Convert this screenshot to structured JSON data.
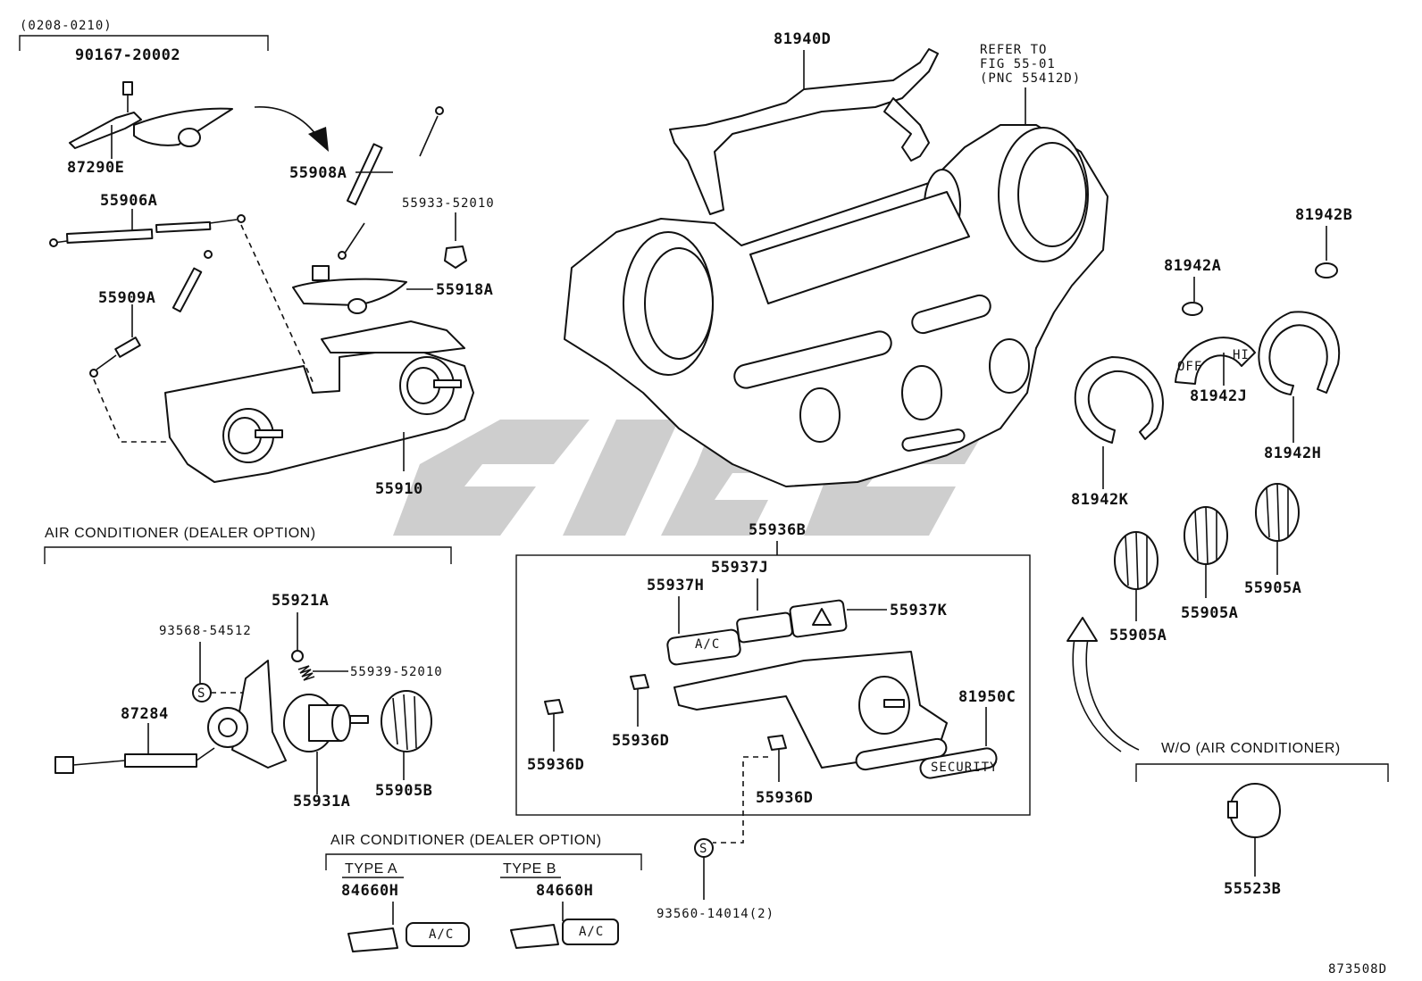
{
  "groups": {
    "top_left_range": "(0208-0210)",
    "ac_option_1": "AIR CONDITIONER (DEALER OPTION)",
    "ac_option_2": "AIR CONDITIONER (DEALER OPTION)",
    "type_a": "TYPE A",
    "type_b": "TYPE B",
    "wo_ac": "W/O (AIR CONDITIONER)"
  },
  "refer": {
    "line1": "REFER TO",
    "line2": "FIG 55-01",
    "line3": "(PNC 55412D)"
  },
  "parts": {
    "p90167": "90167-20002",
    "p87290E": "87290E",
    "p55906A": "55906A",
    "p55908A": "55908A",
    "p55933": "55933-52010",
    "p55909A": "55909A",
    "p55918A": "55918A",
    "p55910": "55910",
    "p81940D": "81940D",
    "p81942B": "81942B",
    "p81942A": "81942A",
    "p81942J": "81942J",
    "p81942H": "81942H",
    "p81942K": "81942K",
    "p55905A_1": "55905A",
    "p55905A_2": "55905A",
    "p55905A_3": "55905A",
    "p55936B": "55936B",
    "p55937J": "55937J",
    "p55937H": "55937H",
    "p55937K": "55937K",
    "p81950C": "81950C",
    "p55936D_1": "55936D",
    "p55936D_2": "55936D",
    "p55936D_3": "55936D",
    "p55921A": "55921A",
    "p93568": "93568-54512",
    "p55939": "55939-52010",
    "p87284": "87284",
    "p55931A": "55931A",
    "p55905B": "55905B",
    "p84660H_a": "84660H",
    "p84660H_b": "84660H",
    "p93560": "93560-14014(2)",
    "p55523B": "55523B"
  },
  "switch_text": {
    "ac": "A/C",
    "security": "SECURITY",
    "off": "OFF",
    "hi": "HI"
  },
  "callout_s": "S",
  "figure_id": "873508D",
  "watermark": "bright-grey-logo"
}
